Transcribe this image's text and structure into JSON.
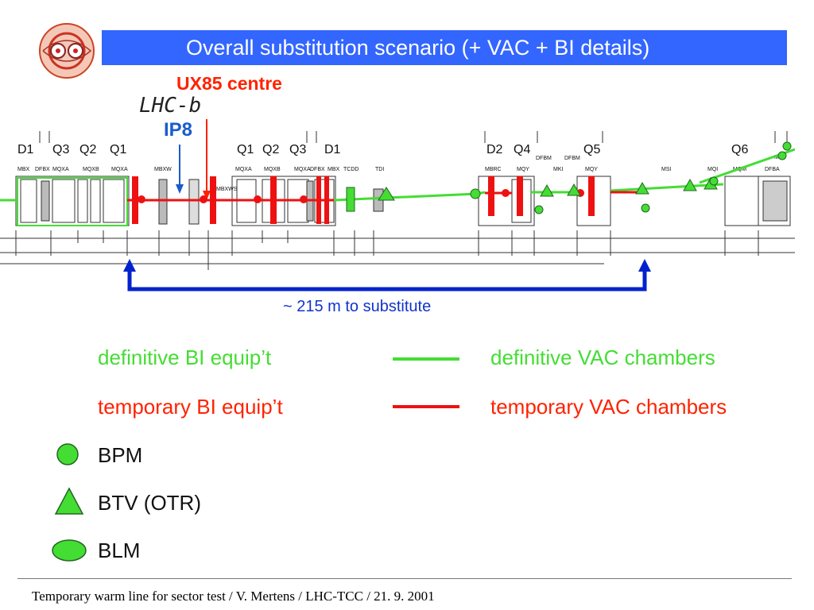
{
  "slide": {
    "title": "Overall substitution scenario (+ VAC + BI details)",
    "ux85_label": "UX85 centre",
    "lhcb_label": "LHC-b",
    "ip8_label": "IP8",
    "span_label": "~ 215 m to substitute",
    "footer": "Temporary warm line for sector test / V. Mertens / LHC-TCC / 21. 9. 2001"
  },
  "diagram": {
    "magnet_groups": [
      "D1",
      "Q3",
      "Q2",
      "Q1",
      "Q1",
      "Q2",
      "Q3",
      "D1",
      "D2",
      "Q4",
      "Q5",
      "Q6"
    ],
    "element_labels": [
      "MBX",
      "DFBX",
      "MQXA",
      "MQXB",
      "MQXA",
      "MBXW",
      "MBXWS",
      "MQXA",
      "MQXB",
      "MQXA",
      "DFBX",
      "MBX",
      "TCDD",
      "TDI",
      "MBRC",
      "MQY",
      "DFBM",
      "MKI",
      "DFBM",
      "MQY",
      "MSI",
      "MQI",
      "MQM",
      "DFBA",
      "MQI"
    ],
    "colors": {
      "definitive": "#44dd33",
      "temporary": "#ee1111",
      "span_arrow": "#0022cc"
    }
  },
  "legend": {
    "definitive_bi": "definitive BI equip’t",
    "definitive_vac": "definitive VAC chambers",
    "temporary_bi": "temporary BI equip’t",
    "temporary_vac": "temporary VAC chambers",
    "bpm": "BPM",
    "btv": "BTV (OTR)",
    "blm": "BLM"
  }
}
